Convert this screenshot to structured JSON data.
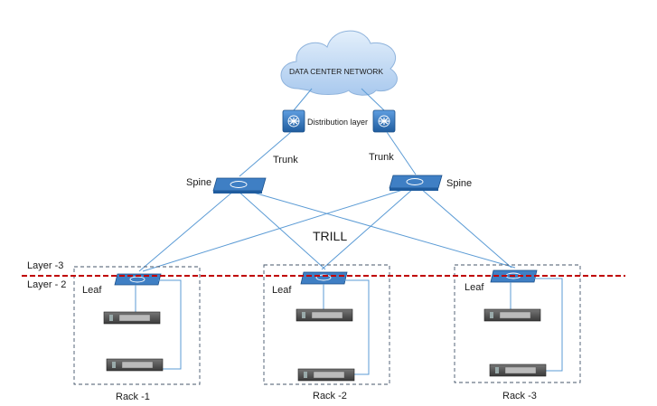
{
  "cloud": {
    "label": "DATA CENTER NETWORK",
    "color": "#bcd6f2"
  },
  "distribution": {
    "label": "Distribution layer"
  },
  "links": {
    "trunk_left": "Trunk",
    "trunk_right": "Trunk",
    "fabric": "TRILL"
  },
  "spines": [
    {
      "label": "Spine"
    },
    {
      "label": "Spine"
    }
  ],
  "layers": {
    "upper": "Layer -3",
    "lower": "Layer - 2",
    "boundary_color": "#c00000"
  },
  "racks": [
    {
      "label": "Rack -1",
      "leaf_label": "Leaf"
    },
    {
      "label": "Rack -2",
      "leaf_label": "Leaf"
    },
    {
      "label": "Rack -3",
      "leaf_label": "Leaf"
    }
  ],
  "colors": {
    "switch": "#2f6fb5",
    "link": "#5b9bd5",
    "server": "#5a5a5a"
  }
}
